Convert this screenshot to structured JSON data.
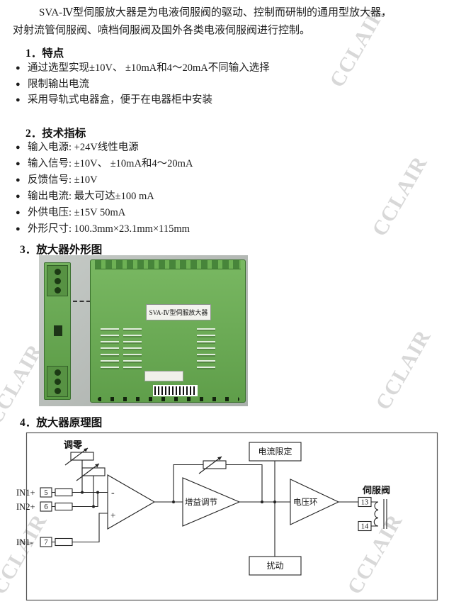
{
  "ui": {
    "bullet": "●"
  },
  "watermark": {
    "text": "CCLAIR"
  },
  "intro": {
    "line1": "SVA-Ⅳ型伺服放大器是为电液伺服阀的驱动、控制而研制的通用型放大器，",
    "line2": "对射流管伺服阀、喷档伺服阀及国外各类电液伺服阀进行控制。"
  },
  "sections": {
    "features": {
      "title": "1．特点",
      "items": [
        "通过选型实现±10V、 ±10mA和4～20mA不同输入选择",
        "限制输出电流",
        "采用导轨式电器盒，便于在电器柜中安装"
      ]
    },
    "specs": {
      "title": "2．技术指标",
      "items": [
        "输入电源: +24V线性电源",
        "输入信号: ±10V、 ±10mA和4～20mA",
        "反馈信号: ±10V",
        "输出电流: 最大可达±100 mA",
        "外供电压: ±15V  50mA",
        "外形尺寸:  100.3mm×23.1mm×115mm"
      ]
    },
    "appearance": {
      "title": "3．放大器外形图"
    },
    "schematic": {
      "title": "4．放大器原理图"
    }
  },
  "photo": {
    "module_label": "SVA-Ⅳ型伺服放大器"
  },
  "diagram": {
    "zero": "调零",
    "current_limit": "电流限定",
    "gain": "增益调节",
    "voltage_loop": "电压环",
    "servo_valve": "伺服阀",
    "disturbance": "扰动",
    "minus": "-",
    "plus": "+",
    "inputs": {
      "in1p": "IN1+",
      "in2p": "IN2+",
      "in1n": "IN1-"
    },
    "terminals": {
      "t5": "5",
      "t6": "6",
      "t7": "7",
      "t13": "13",
      "t14": "14"
    }
  }
}
